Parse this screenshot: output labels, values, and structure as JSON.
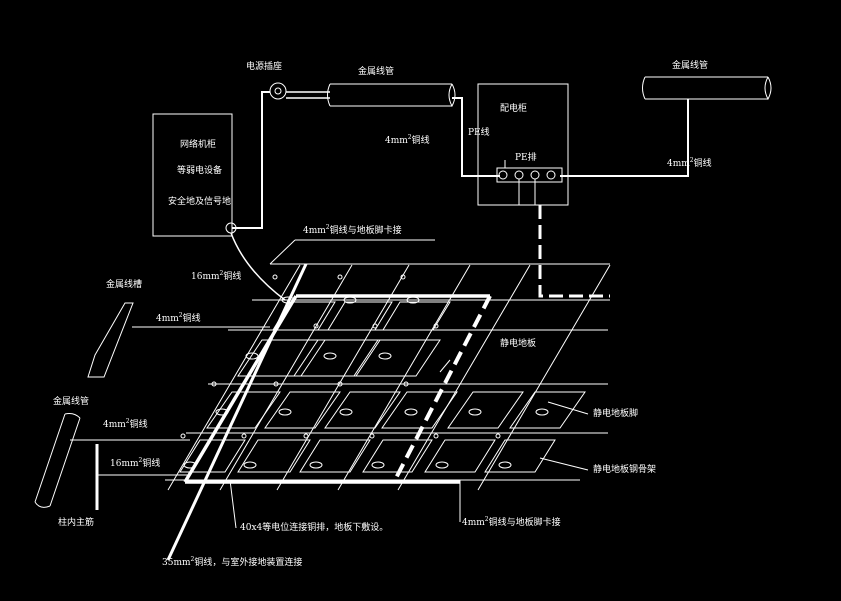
{
  "labels": {
    "power_box": "电源插座",
    "metal_conduit_top": "金属线管",
    "metal_conduit_right": "金属线管",
    "network_cabinet_1": "网络机柜",
    "network_cabinet_2": "等弱电设备",
    "network_cabinet_3": "安全地及信号地",
    "distribution_cabinet": "配电柜",
    "pe_line": "PE线",
    "pe_bar": "PE排",
    "wire_4mm_left_num": "4mm",
    "wire_4mm_left_txt": "铜线",
    "wire_4mm_right_num": "4mm",
    "wire_4mm_right_txt": "铜线",
    "wire_4mm_floor_num": "4mm",
    "wire_4mm_floor_txt": "铜线与地板脚卡接",
    "wire_16mm_top_num": "16mm",
    "wire_16mm_top_txt": "铜线",
    "metal_trunking": "金属线槽",
    "wire_4mm_trunk_num": "4mm",
    "wire_4mm_trunk_txt": "铜线",
    "static_floor": "静电地板",
    "metal_pipe_left": "金属线管",
    "wire_4mm_pipe_num": "4mm",
    "wire_4mm_pipe_txt": "铜线",
    "wire_16mm_bottom_num": "16mm",
    "wire_16mm_bottom_txt": "铜线",
    "floor_foot": "静电地板脚",
    "floor_bracket": "静电地板钢骨架",
    "column_rebar": "柱内主筋",
    "flat_steel": "40x4等电位连接铜排，地板下敷设。",
    "wire_4mm_bottom_num": "4mm",
    "wire_4mm_bottom_txt": "铜线与地板脚卡接",
    "wire_35mm_num": "35mm",
    "wire_35mm_txt": "铜线，与室外接地装置连接",
    "sup2": "2"
  },
  "colors": {
    "line": "#ffffff",
    "background": "#000000"
  }
}
